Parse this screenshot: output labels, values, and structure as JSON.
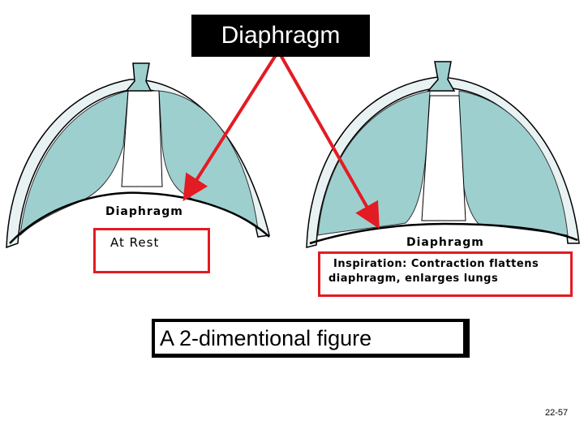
{
  "title": "Diaphragm",
  "left_figure": {
    "label": "Diaphragm",
    "state": "At Rest"
  },
  "right_figure": {
    "label": "Diaphragm",
    "description_line1": "Inspiration: Contraction flattens",
    "description_line2": "diaphragm, enlarges lungs"
  },
  "caption": "A 2-dimentional figure",
  "page_number": "22-57",
  "colors": {
    "lung": "#9ecfcf",
    "arrow": "#e31b23",
    "box_border": "#e31b23",
    "title_bg": "#000000"
  }
}
